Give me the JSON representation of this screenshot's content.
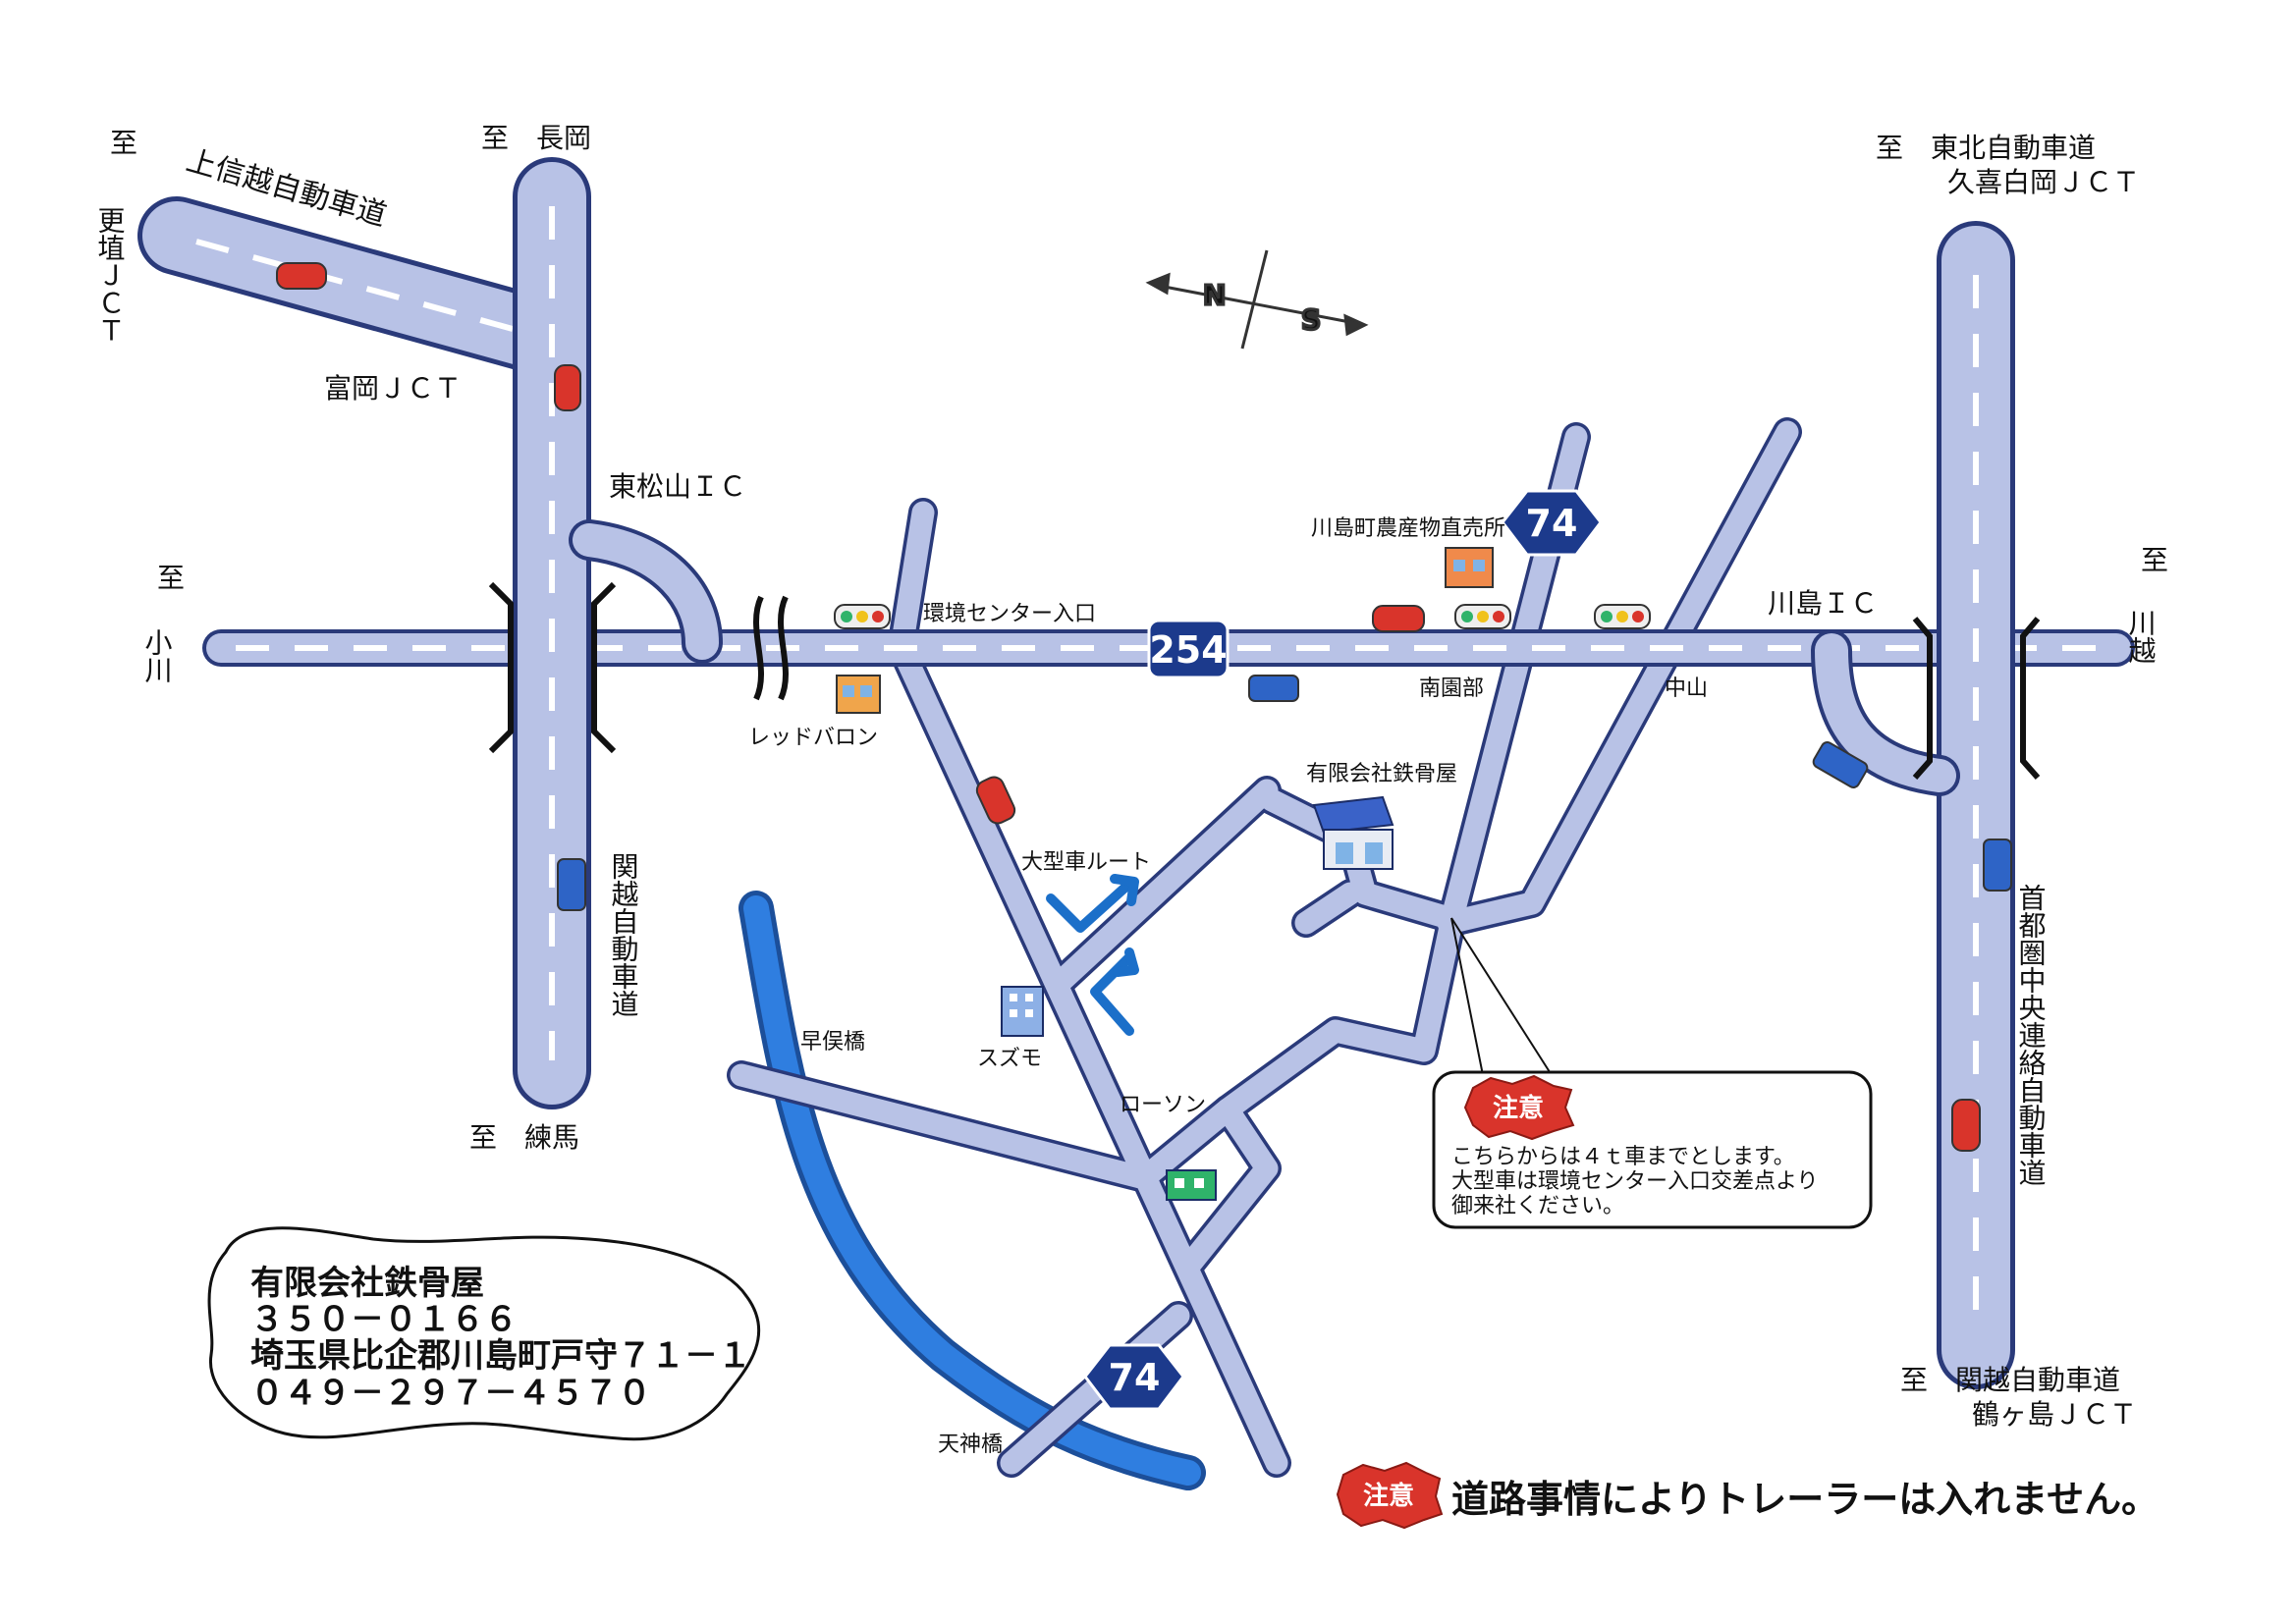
{
  "labels": {
    "to_kosaka": "至",
    "sarashina_jct": "更埴ＪＣＴ",
    "joshinetsu": "上信越自動車道",
    "to_nagaoka": "至　長岡",
    "tomioka_jct": "富岡ＪＣＴ",
    "higashimatsuyama_ic": "東松山ＩＣ",
    "to_ogawa_to": "至",
    "ogawa": "小川",
    "kanetsu": "関越自動車道",
    "to_nerima": "至　練馬",
    "tohoku_line1": "至　東北自動車道",
    "tohoku_line2": "久喜白岡ＪＣＴ",
    "to_kawagoe_to": "至",
    "kawagoe": "川越",
    "kawajima_ic": "川島ＩＣ",
    "ken_o": "首都圏中央連絡自動車道",
    "kanetsu_bottom1": "至　関越自動車道",
    "kanetsu_bottom2": "鶴ヶ島ＪＣＴ",
    "kankyo_center": "環境センター入口",
    "nousan": "川島町農産物直売所",
    "red_baron": "レッドバロン",
    "nanenbu": "南園部",
    "nakayama": "中山",
    "company": "有限会社鉄骨屋",
    "large_route": "大型車ルート",
    "suzumo": "スズモ",
    "hayamata": "早俣橋",
    "lawson": "ローソン",
    "tenjin": "天神橋"
  },
  "routes": {
    "r254": "254",
    "r74_top": "74",
    "r74_bottom": "74"
  },
  "compass": {
    "north": "N",
    "south": "S"
  },
  "notice": {
    "badge": "注意",
    "line1": "こちらからは４ｔ車までとします。",
    "line2": "大型車は環境センター入口交差点より",
    "line3": "御来社ください。"
  },
  "address": {
    "name": "有限会社鉄骨屋",
    "postal": "３５０－０１６６",
    "street": "埼玉県比企郡川島町戸守７１－１",
    "phone": "０４９－２９７－４５７０"
  },
  "warning": {
    "badge": "注意",
    "text": "道路事情によりトレーラーは入れません。"
  },
  "colors": {
    "road": "#b8c2e6",
    "road_edge": "#2a3a7a",
    "route_shield": "#1c3a8c",
    "river": "#2f7ee0",
    "badge_red": "#d9342b"
  }
}
